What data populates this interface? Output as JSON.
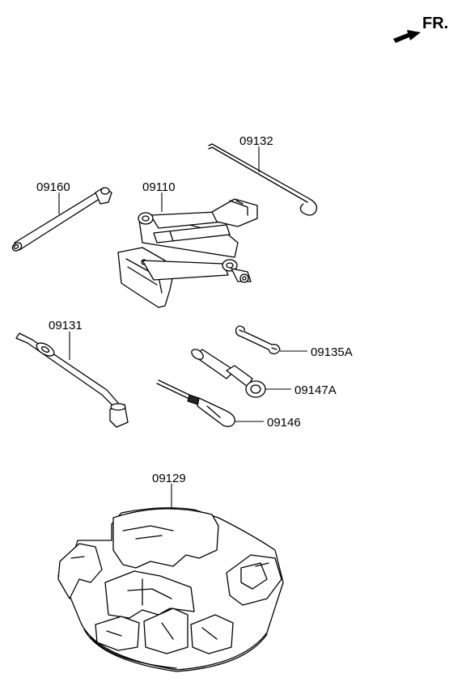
{
  "direction_indicator": {
    "label": "FR.",
    "icon": "front-direction-arrow-icon"
  },
  "parts": [
    {
      "id": "jack-handle",
      "number": "09160",
      "icon": "jack-handle-bar-icon"
    },
    {
      "id": "jack",
      "number": "09110",
      "icon": "scissor-jack-icon"
    },
    {
      "id": "jack-hook-rod",
      "number": "09132",
      "icon": "hook-rod-icon"
    },
    {
      "id": "wheel-lug-wrench",
      "number": "09131",
      "icon": "lug-wrench-icon"
    },
    {
      "id": "open-wrench",
      "number": "09135A",
      "icon": "open-end-wrench-icon"
    },
    {
      "id": "socket-wrench",
      "number": "09147A",
      "icon": "socket-wrench-icon"
    },
    {
      "id": "screwdriver",
      "number": "09146",
      "icon": "screwdriver-icon"
    },
    {
      "id": "tool-tray",
      "number": "09129",
      "icon": "foam-tool-tray-icon"
    }
  ]
}
